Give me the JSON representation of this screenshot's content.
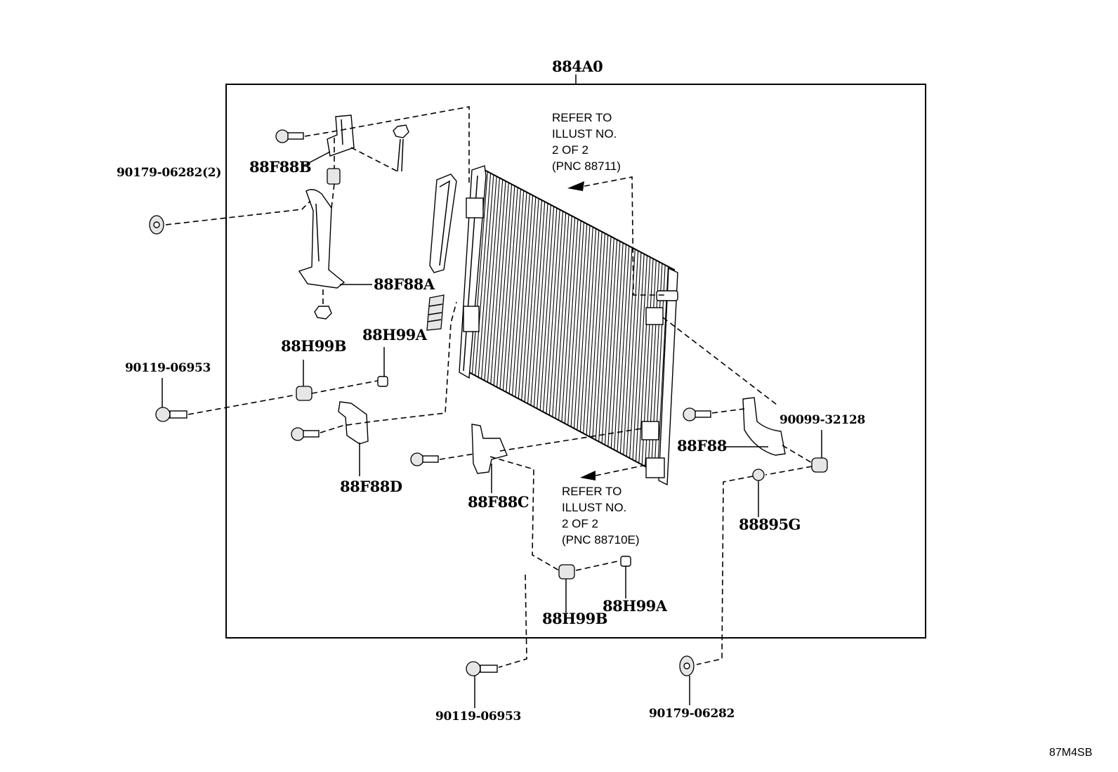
{
  "assembly": {
    "label": "884A0"
  },
  "parts": {
    "bracket_88F88B": "88F88B",
    "bracket_88F88A": "88F88A",
    "cushion_88H99B_upper": "88H99B",
    "cushion_88H99A_upper": "88H99A",
    "bracket_88F88D": "88F88D",
    "bracket_88F88C": "88F88C",
    "bracket_88F88": "88F88",
    "cushion_88895G": "88895G",
    "cushion_88H99B_lower": "88H99B",
    "cushion_88H99A_lower": "88H99A"
  },
  "fasteners": {
    "screw_upper_left": "90179-06282(2)",
    "bolt_left": "90119-06953",
    "cushion_right": "90099-32128",
    "bolt_bottom": "90119-06953",
    "screw_bottom": "90179-06282"
  },
  "notes": {
    "refer_upper": "REFER TO\nILLUST NO.\n2 OF 2\n(PNC 88711)",
    "refer_lower": "REFER TO\nILLUST NO.\n2 OF 2\n(PNC 88710E)"
  },
  "footer": {
    "code": "87M4SB"
  }
}
